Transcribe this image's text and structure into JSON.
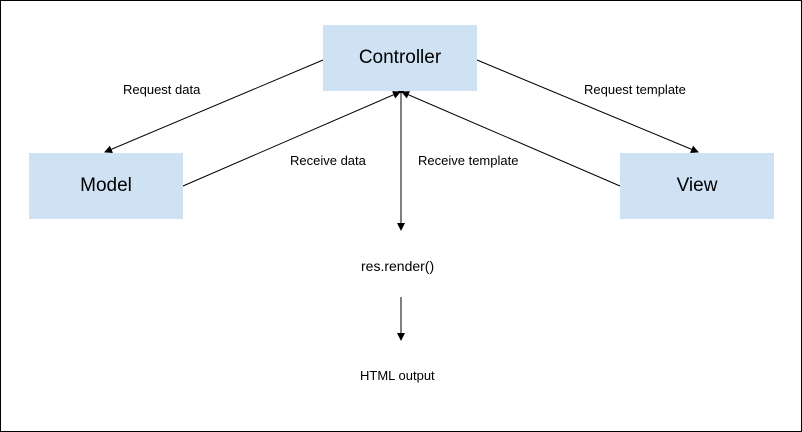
{
  "colors": {
    "box_fill": "#cfe2f3",
    "stroke": "#000000",
    "background": "#ffffff"
  },
  "nodes": {
    "controller": "Controller",
    "model": "Model",
    "view": "View",
    "render": "res.render()",
    "output": "HTML output"
  },
  "edges": {
    "request_data": "Request data",
    "request_template": "Request template",
    "receive_data": "Receive data",
    "receive_template": "Receive template"
  }
}
